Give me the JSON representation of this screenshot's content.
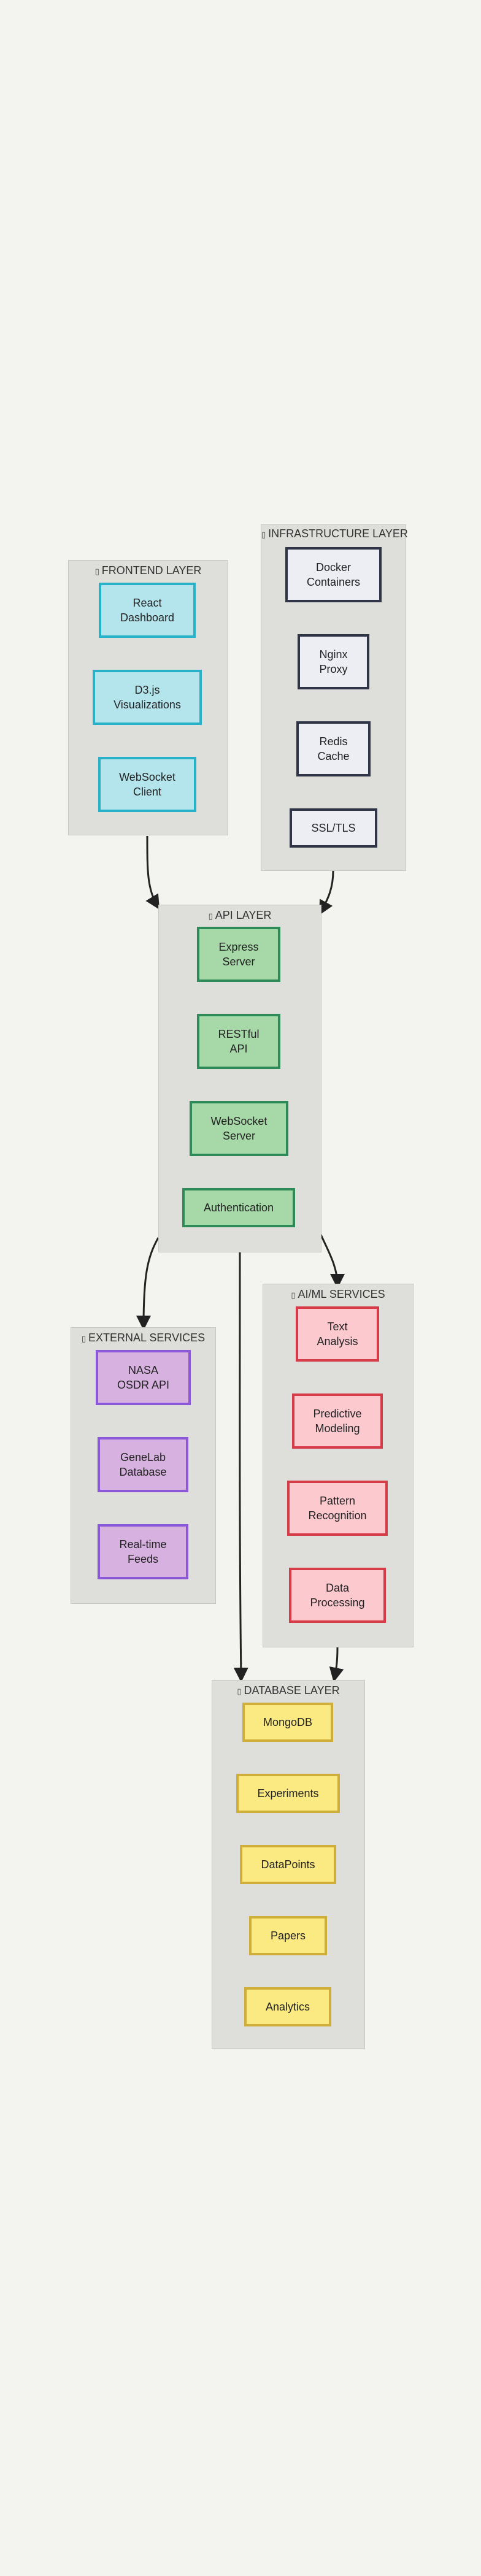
{
  "colors": {
    "frontend_fill": "#b4e4ec",
    "frontend_border": "#27b2c9",
    "infra_fill": "#eceef4",
    "infra_border": "#2f3546",
    "api_fill": "#a6d8a8",
    "api_border": "#2e8b57",
    "external_fill": "#d7b2e1",
    "external_border": "#8b58d8",
    "ai_fill": "#fcc9cf",
    "ai_border": "#d63b48",
    "db_fill": "#fbe982",
    "db_border": "#cfae3a",
    "edge": "#222222"
  },
  "layers": {
    "frontend": {
      "icon": "folder-icon",
      "title": "FRONTEND LAYER"
    },
    "infrastructure": {
      "icon": "folder-icon",
      "title": "INFRASTRUCTURE LAYER"
    },
    "api": {
      "icon": "folder-icon",
      "title": "API LAYER"
    },
    "external": {
      "icon": "folder-icon",
      "title": "EXTERNAL SERVICES"
    },
    "ai": {
      "icon": "folder-icon",
      "title": "AI/ML SERVICES"
    },
    "database": {
      "icon": "folder-icon",
      "title": "DATABASE LAYER"
    }
  },
  "nodes": {
    "frontend": [
      "React\nDashboard",
      "D3.js\nVisualizations",
      "WebSocket\nClient"
    ],
    "infrastructure": [
      "Docker\nContainers",
      "Nginx\nProxy",
      "Redis\nCache",
      "SSL/TLS"
    ],
    "api": [
      "Express\nServer",
      "RESTful\nAPI",
      "WebSocket\nServer",
      "Authentication"
    ],
    "external": [
      "NASA\nOSDR API",
      "GeneLab\nDatabase",
      "Real-time\nFeeds"
    ],
    "ai": [
      "Text\nAnalysis",
      "Predictive\nModeling",
      "Pattern\nRecognition",
      "Data\nProcessing"
    ],
    "database": [
      "MongoDB",
      "Experiments",
      "DataPoints",
      "Papers",
      "Analytics"
    ]
  }
}
